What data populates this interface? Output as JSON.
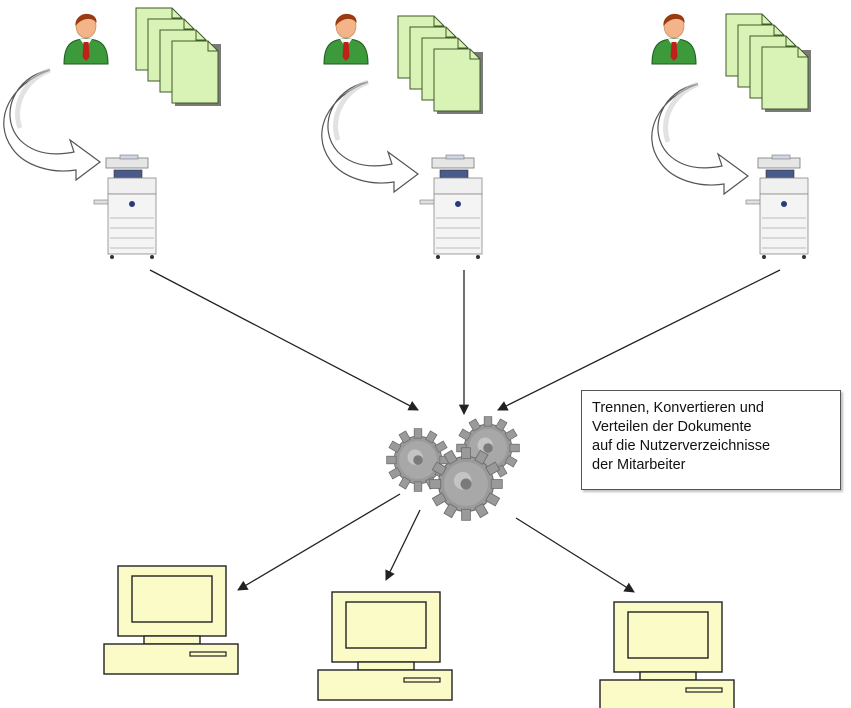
{
  "annotation": {
    "lines": [
      "Trennen, Konvertieren und",
      "Verteilen der Dokumente",
      "auf die Nutzerverzeichnisse",
      "der Mitarbeiter"
    ]
  },
  "icons": {
    "user": "user-icon",
    "documents": "document-stack-icon",
    "curved_arrow": "curved-arrow-icon",
    "copier": "multifunction-printer-icon",
    "gears": "gears-icon",
    "computer": "desktop-computer-icon"
  },
  "colors": {
    "document_fill": "#d9f2b5",
    "document_stroke": "#3f5a2a",
    "computer_fill": "#fbfbc8",
    "computer_stroke": "#222222",
    "gear_fill": "#9a9a9a",
    "user_shirt": "#3c9a3a",
    "user_tie": "#c0201a",
    "user_hair": "#9a3a10",
    "user_skin": "#f2b488"
  }
}
